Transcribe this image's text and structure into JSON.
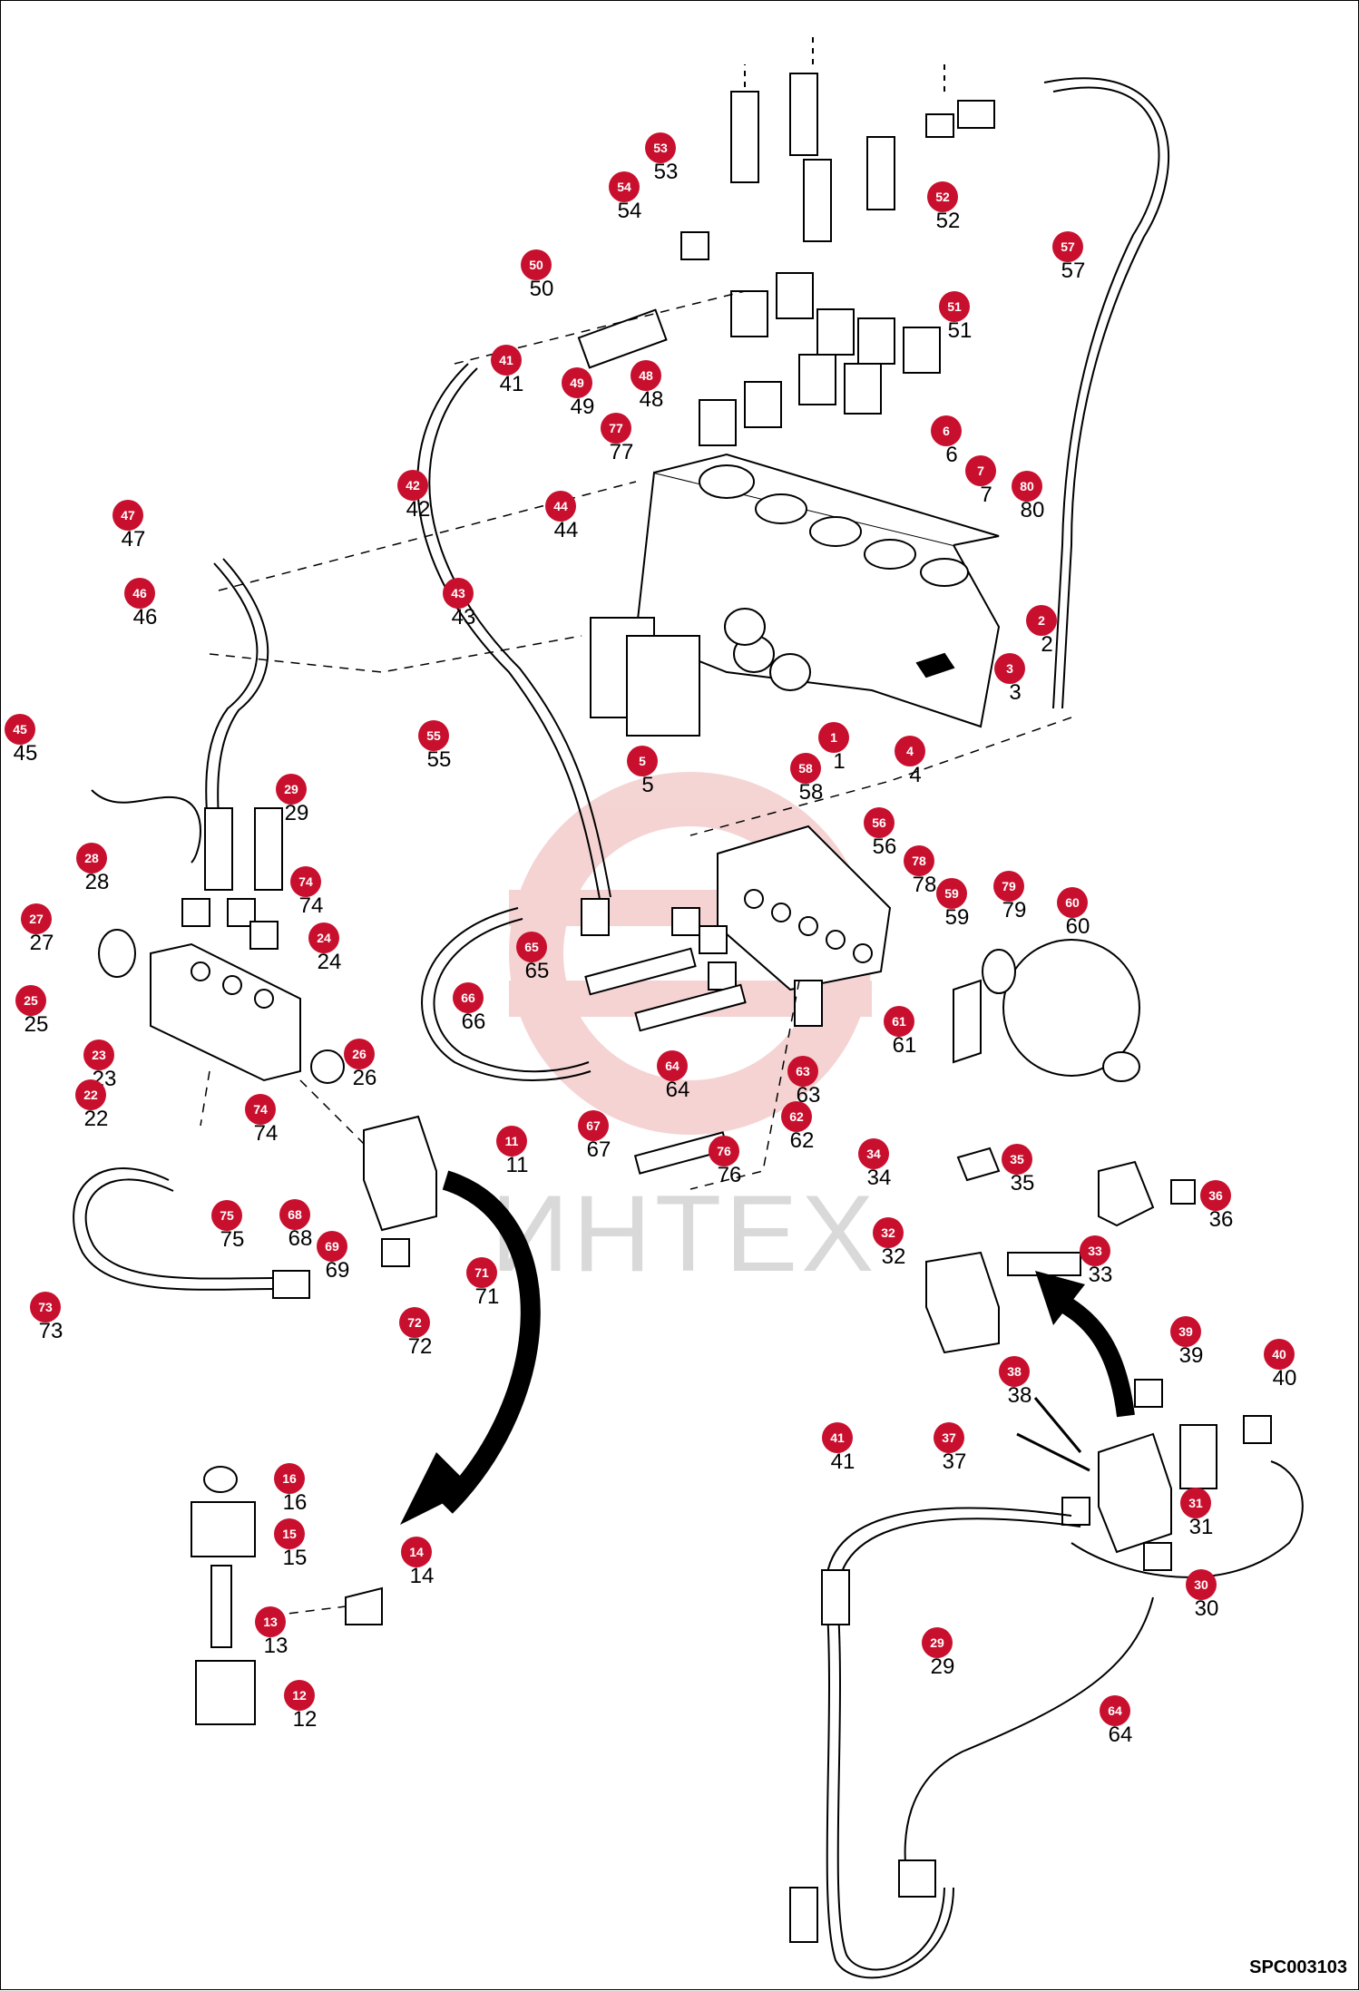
{
  "watermark_text": "ИНТЕХ",
  "drawing_code": "SPC003103",
  "colors": {
    "badge": "#c8102e",
    "line": "#000000",
    "watermark": "#f2c6c6"
  },
  "callouts": [
    {
      "n": "1"
    },
    {
      "n": "2"
    },
    {
      "n": "3"
    },
    {
      "n": "4"
    },
    {
      "n": "5"
    },
    {
      "n": "6"
    },
    {
      "n": "7"
    },
    {
      "n": "80"
    },
    {
      "n": "41"
    },
    {
      "n": "77"
    },
    {
      "n": "42"
    },
    {
      "n": "44"
    },
    {
      "n": "43"
    },
    {
      "n": "48"
    },
    {
      "n": "49"
    },
    {
      "n": "50"
    },
    {
      "n": "51"
    },
    {
      "n": "52"
    },
    {
      "n": "53"
    },
    {
      "n": "54"
    },
    {
      "n": "57"
    },
    {
      "n": "47"
    },
    {
      "n": "46"
    },
    {
      "n": "45"
    },
    {
      "n": "55"
    },
    {
      "n": "58"
    },
    {
      "n": "56"
    },
    {
      "n": "78"
    },
    {
      "n": "59"
    },
    {
      "n": "79"
    },
    {
      "n": "60"
    },
    {
      "n": "65"
    },
    {
      "n": "66"
    },
    {
      "n": "64"
    },
    {
      "n": "63"
    },
    {
      "n": "61"
    },
    {
      "n": "62"
    },
    {
      "n": "67"
    },
    {
      "n": "76"
    },
    {
      "n": "29"
    },
    {
      "n": "28"
    },
    {
      "n": "74"
    },
    {
      "n": "27"
    },
    {
      "n": "24"
    },
    {
      "n": "25"
    },
    {
      "n": "23"
    },
    {
      "n": "26"
    },
    {
      "n": "22"
    },
    {
      "n": "74"
    },
    {
      "n": "75"
    },
    {
      "n": "11"
    },
    {
      "n": "68"
    },
    {
      "n": "69"
    },
    {
      "n": "71"
    },
    {
      "n": "72"
    },
    {
      "n": "73"
    },
    {
      "n": "16"
    },
    {
      "n": "15"
    },
    {
      "n": "14"
    },
    {
      "n": "13"
    },
    {
      "n": "12"
    },
    {
      "n": "34"
    },
    {
      "n": "35"
    },
    {
      "n": "36"
    },
    {
      "n": "32"
    },
    {
      "n": "33"
    },
    {
      "n": "39"
    },
    {
      "n": "40"
    },
    {
      "n": "38"
    },
    {
      "n": "37"
    },
    {
      "n": "41"
    },
    {
      "n": "31"
    },
    {
      "n": "30"
    },
    {
      "n": "29"
    },
    {
      "n": "64"
    }
  ]
}
